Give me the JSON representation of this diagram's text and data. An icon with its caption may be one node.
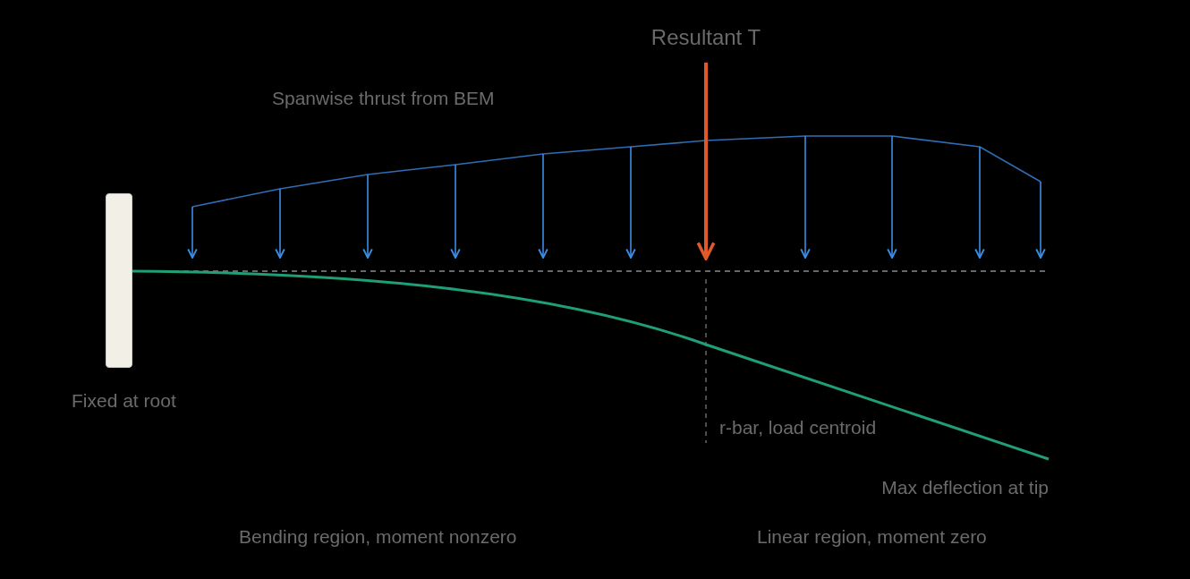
{
  "diagram": {
    "nodes": [
      {
        "text": [],
        "shape": "box",
        "beside": [
          "Fixed at root"
        ]
      }
    ],
    "labels": [
      "Resultant T",
      "Spanwise thrust from BEM",
      "r-bar, load centroid",
      "Max deflection at tip",
      "Bending region, moment nonzero",
      "Linear region, moment zero"
    ]
  }
}
